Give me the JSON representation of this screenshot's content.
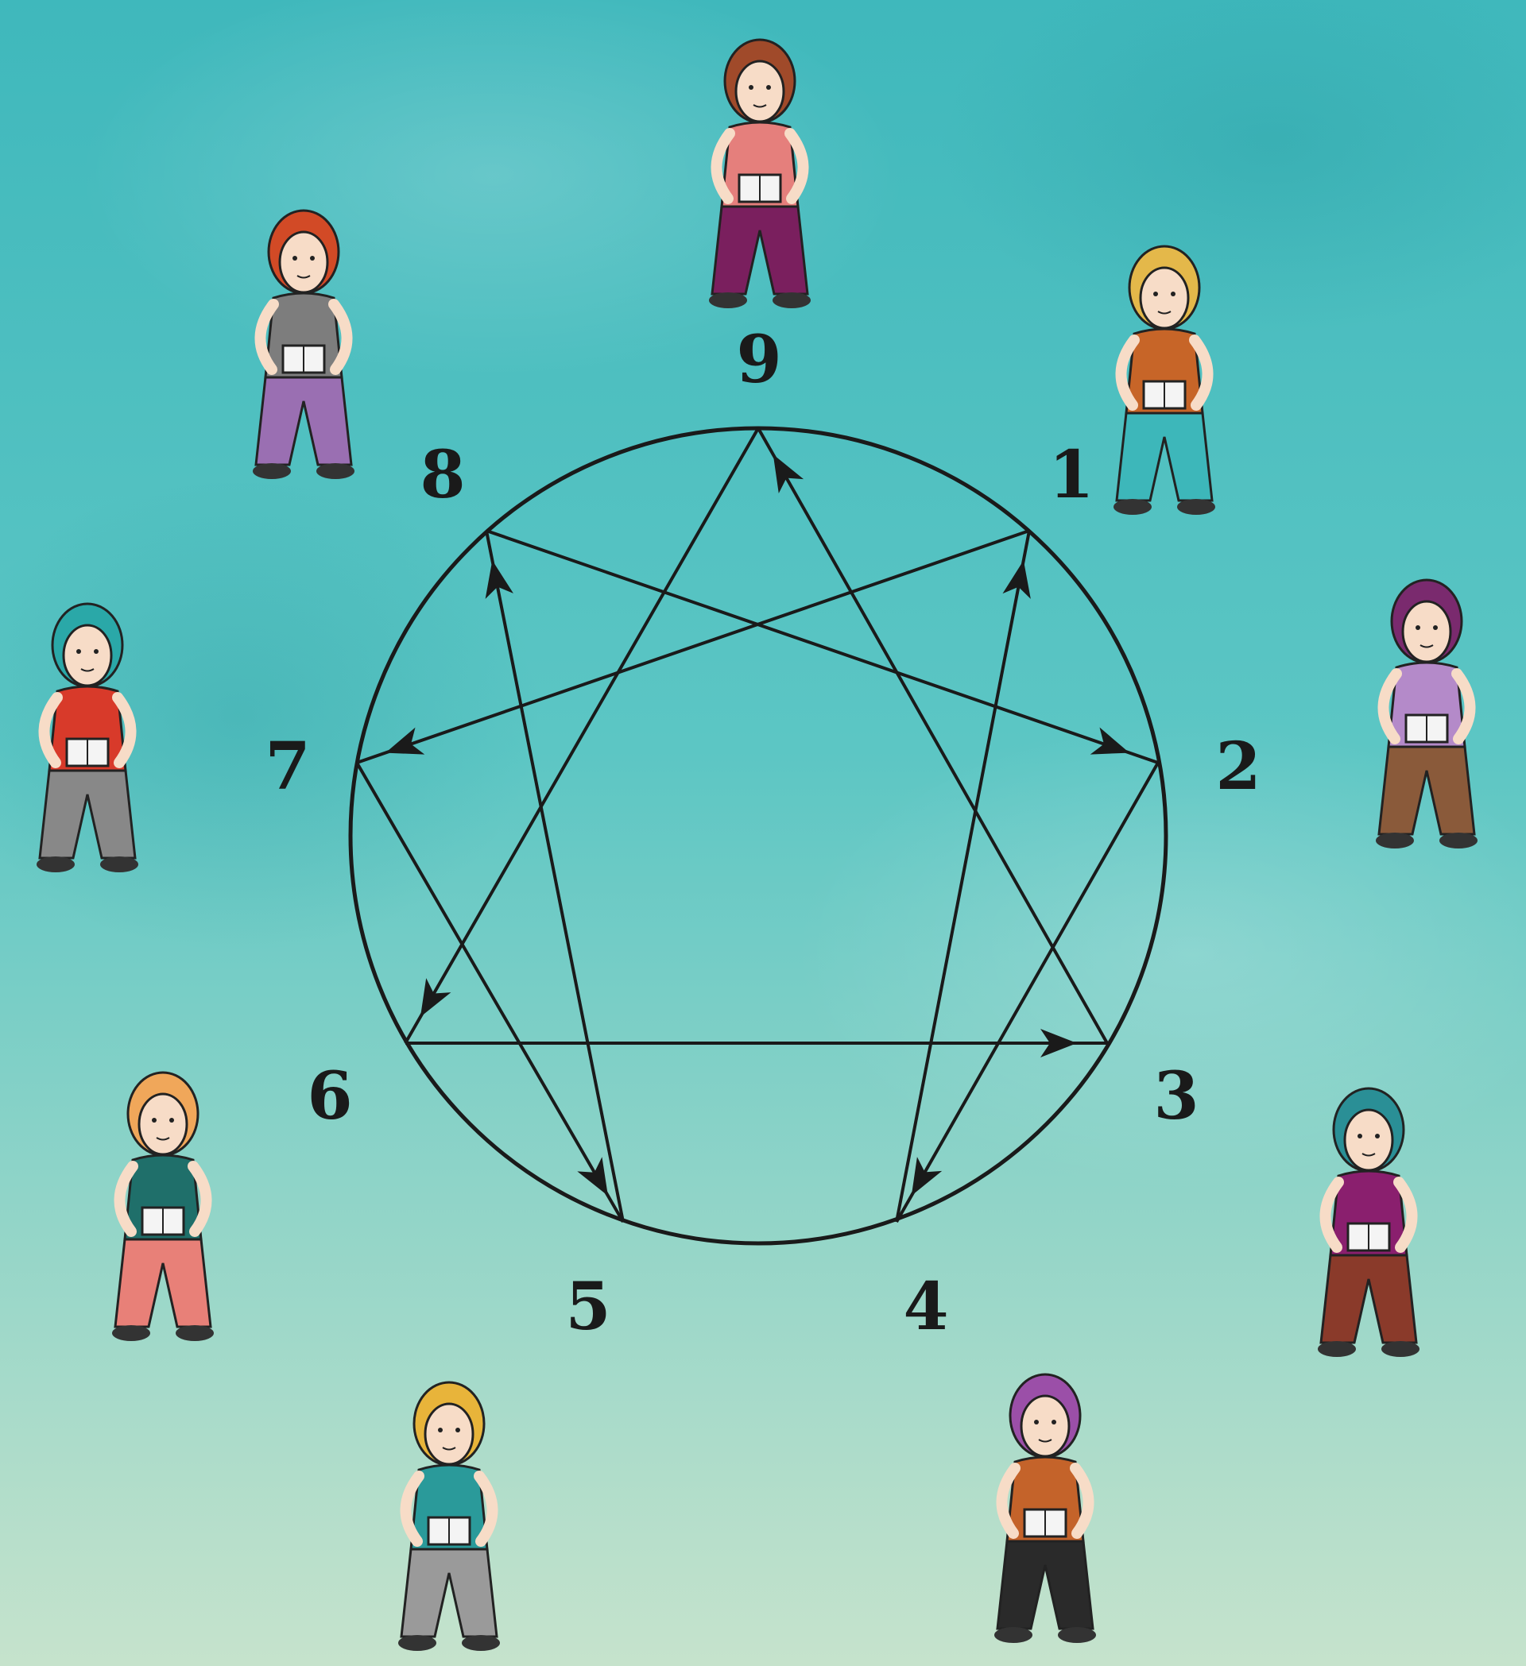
{
  "diagram": {
    "points": [
      {
        "id": "9",
        "label": "9"
      },
      {
        "id": "1",
        "label": "1"
      },
      {
        "id": "2",
        "label": "2"
      },
      {
        "id": "3",
        "label": "3"
      },
      {
        "id": "4",
        "label": "4"
      },
      {
        "id": "5",
        "label": "5"
      },
      {
        "id": "6",
        "label": "6"
      },
      {
        "id": "7",
        "label": "7"
      },
      {
        "id": "8",
        "label": "8"
      }
    ],
    "arrows": [
      [
        "1",
        "7"
      ],
      [
        "7",
        "5"
      ],
      [
        "5",
        "8"
      ],
      [
        "8",
        "2"
      ],
      [
        "2",
        "4"
      ],
      [
        "4",
        "1"
      ],
      [
        "9",
        "6"
      ],
      [
        "6",
        "3"
      ],
      [
        "3",
        "9"
      ]
    ]
  },
  "figures": [
    {
      "point": "9",
      "icon": "woman-reading-cross-legged-icon"
    },
    {
      "point": "1",
      "icon": "woman-at-lectern-icon"
    },
    {
      "point": "2",
      "icon": "woman-with-gift-icon"
    },
    {
      "point": "3",
      "icon": "woman-dancing-with-scroll-icon"
    },
    {
      "point": "4",
      "icon": "woman-painting-with-brush-icon"
    },
    {
      "point": "5",
      "icon": "woman-writing-with-laptop-icon"
    },
    {
      "point": "6",
      "icon": "woman-in-armchair-reading-icon"
    },
    {
      "point": "7",
      "icon": "woman-walking-with-book-icon"
    },
    {
      "point": "8",
      "icon": "woman-in-chair-with-coffee-icon"
    }
  ],
  "colors": {
    "background_top": "#3fb8bc",
    "background_mid": "#5cc6c4",
    "background_bottom": "#c6e3cc",
    "lines": "#1a1a1a"
  }
}
